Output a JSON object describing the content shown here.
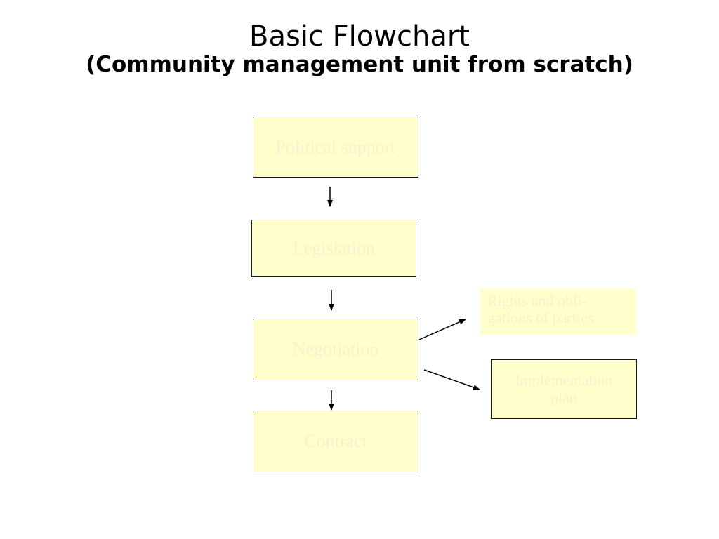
{
  "title": {
    "main": "Basic Flowchart",
    "subtitle": "(Community management unit from scratch)"
  },
  "nodes": [
    {
      "id": "political-support",
      "label": "Political support"
    },
    {
      "id": "legislation",
      "label": "Legislation"
    },
    {
      "id": "negotiation",
      "label": "Negotiation"
    },
    {
      "id": "contract",
      "label": "Contract"
    },
    {
      "id": "rights-and-obligations",
      "label": "Rights and obli-\ngations of parties"
    },
    {
      "id": "implementation-plan",
      "label": "Implementation\nplan"
    }
  ],
  "edges": [
    {
      "from": "political-support",
      "to": "legislation"
    },
    {
      "from": "legislation",
      "to": "negotiation"
    },
    {
      "from": "negotiation",
      "to": "contract"
    },
    {
      "from": "negotiation",
      "to": "rights-and-obligations"
    },
    {
      "from": "negotiation",
      "to": "implementation-plan"
    }
  ],
  "colors": {
    "box_fill": "#ffffcc",
    "box_text": "#f3f3cf",
    "border": "#1a1a1a",
    "arrow": "#000000",
    "title": "#000000"
  }
}
